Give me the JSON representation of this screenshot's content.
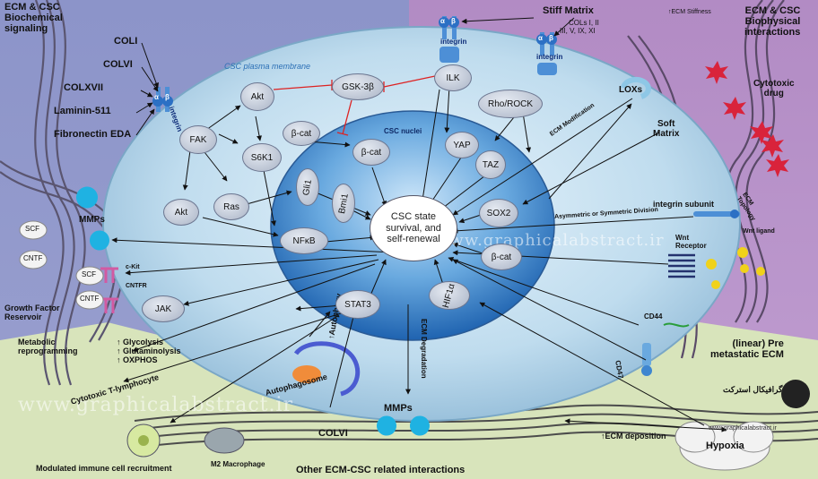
{
  "corners": {
    "top_left": [
      "ECM & CSC",
      "Biochemical",
      "signaling"
    ],
    "top_right": [
      "ECM & CSC",
      "Biophysical",
      "interactions"
    ],
    "bottom": "Other ECM-CSC related interactions"
  },
  "membrane_label": "CSC plasma membrane",
  "nuclei_label": "CSC nuclei",
  "center_lines": [
    "CSC state",
    "survival, and",
    "self-renewal"
  ],
  "ecm_left": {
    "coli": "COLI",
    "colvi": "COLVI",
    "colxvii": "COLXVII",
    "laminin": "Laminin-511",
    "fibronectin": "Fibronectin EDA",
    "mmps": "MMPs",
    "scf1": "SCF",
    "cntf1": "CNTF",
    "scf2": "SCF",
    "cntf2": "CNTF",
    "ckit": "c-Kit",
    "cntfr": "CNTFR",
    "growth_factor": [
      "Growth Factor",
      "Reservoir"
    ],
    "metabolic": [
      "Metabolic",
      "reprogramming"
    ],
    "glycolysis": "Glycolysis",
    "glutaminolysis": "Glutaminolysis",
    "oxphos": "OXPHOS"
  },
  "ecm_right": {
    "stiff_matrix": "Stiff Matrix",
    "cols": [
      "COLs I, II",
      "III, V, IX, XI"
    ],
    "ecm_stiffness": "ECM Stiffness",
    "cytotoxic": [
      "Cytotoxic",
      "drug"
    ],
    "loxs": "LOXs",
    "soft_matrix": [
      "Soft",
      "Matrix"
    ],
    "ecm_modification": "ECM Modification",
    "integrin_subunit": "integrin subunit",
    "division": "Asymmetric or Symmetric Division",
    "ecm_topology": [
      "ECM",
      "Topology"
    ],
    "wnt_ligand": "Wnt ligand",
    "wnt_receptor": [
      "Wnt",
      "Receptor"
    ],
    "cd44": "CD44",
    "cd47": "CD47",
    "premetastatic": [
      "(linear) Pre",
      "metastatic ECM"
    ],
    "hypoxia": "Hypoxia",
    "ecm_deposition": "ECM deposition"
  },
  "bottom": {
    "cytotoxic_t": "Cytotoxic T-lymphocyte",
    "immune": "Modulated immune cell recruitment",
    "m2": "M2 Macrophage",
    "colvi": "COLVI",
    "mmps": "MMPs",
    "autophagosome": "Autophagosome",
    "autophagy": "Autophagy",
    "ecm_degradation": "ECM Degradation"
  },
  "integrin": {
    "alpha": "α",
    "beta": "β",
    "label": "integrin"
  },
  "nodes": {
    "fak": "FAK",
    "akt_top": "Akt",
    "akt_left": "Akt",
    "ras": "Ras",
    "s6k1": "S6K1",
    "gsk3b": "GSK-3β",
    "ilk": "ILK",
    "rho_rock": "Rho/ROCK",
    "bcat_cyto": "β-cat",
    "bcat_nuc": "β-cat",
    "yap": "YAP",
    "taz": "TAZ",
    "gli1": "Gli1",
    "bmi1": "Bmi1",
    "sox2": "SOX2",
    "nfkb": "NFκB",
    "bcat_right": "β-cat",
    "stat3": "STAT3",
    "hif1a": "HIF1α",
    "jak": "JAK"
  },
  "watermarks": [
    "www.graphicalabstract.ir",
    "www.graphicalabstract.ir"
  ],
  "logo_text": "گرافیکال استرکت",
  "logo_url": "www.graphicalabstract.ir",
  "colors": {
    "left_bg": "#8e97c6",
    "right_bg": "#b48ec6",
    "bottom_bg": "#d8e4bb",
    "cell": "#b9d7ea",
    "nucleus": "#2f7fc7"
  }
}
